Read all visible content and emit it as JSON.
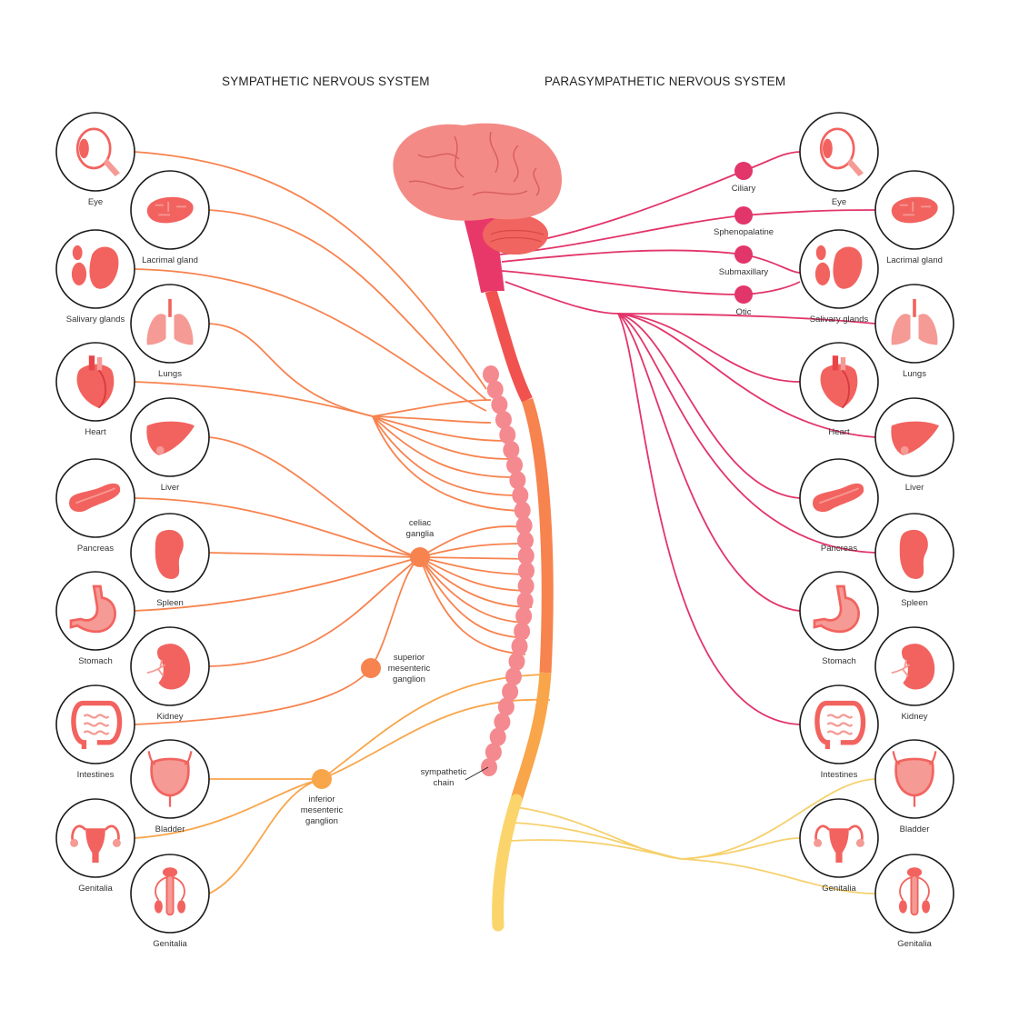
{
  "titles": {
    "sympathetic": "SYMPATHETIC NERVOUS SYSTEM",
    "parasympathetic": "PARASYMPATHETIC NERVOUS SYSTEM"
  },
  "colors": {
    "sympathetic_line": "#f7834f",
    "lower_sympathetic_line": "#f9a54a",
    "parasympathetic_line": "#e2356a",
    "sacral_line": "#f6d06c",
    "chain": "#f48a8f",
    "organ": "#f2635f",
    "organ_light": "#f59a94"
  },
  "sympathetic_organs": [
    {
      "name": "Eye",
      "icon": "eye"
    },
    {
      "name": "Lacrimal gland",
      "icon": "lacrimal"
    },
    {
      "name": "Salivary glands",
      "icon": "salivary"
    },
    {
      "name": "Lungs",
      "icon": "lungs"
    },
    {
      "name": "Heart",
      "icon": "heart"
    },
    {
      "name": "Liver",
      "icon": "liver"
    },
    {
      "name": "Pancreas",
      "icon": "pancreas"
    },
    {
      "name": "Spleen",
      "icon": "spleen"
    },
    {
      "name": "Stomach",
      "icon": "stomach"
    },
    {
      "name": "Kidney",
      "icon": "kidney"
    },
    {
      "name": "Intestines",
      "icon": "intestines"
    },
    {
      "name": "Bladder",
      "icon": "bladder"
    },
    {
      "name": "Genitalia",
      "icon": "uterus"
    },
    {
      "name": "Genitalia",
      "icon": "male"
    }
  ],
  "parasympathetic_organs": [
    {
      "name": "Eye",
      "icon": "eye"
    },
    {
      "name": "Lacrimal gland",
      "icon": "lacrimal"
    },
    {
      "name": "Salivary glands",
      "icon": "salivary"
    },
    {
      "name": "Lungs",
      "icon": "lungs"
    },
    {
      "name": "Heart",
      "icon": "heart"
    },
    {
      "name": "Liver",
      "icon": "liver"
    },
    {
      "name": "Pancreas",
      "icon": "pancreas"
    },
    {
      "name": "Spleen",
      "icon": "spleen"
    },
    {
      "name": "Stomach",
      "icon": "stomach"
    },
    {
      "name": "Kidney",
      "icon": "kidney"
    },
    {
      "name": "Intestines",
      "icon": "intestines"
    },
    {
      "name": "Bladder",
      "icon": "bladder"
    },
    {
      "name": "Genitalia",
      "icon": "uterus"
    },
    {
      "name": "Genitalia",
      "icon": "male"
    }
  ],
  "ganglia": {
    "celiac": [
      "celiac",
      "ganglia"
    ],
    "superior": [
      "superior",
      "mesenteric",
      "ganglion"
    ],
    "inferior": [
      "inferior",
      "mesenteric",
      "ganglion"
    ],
    "chain": [
      "sympathetic",
      "chain"
    ],
    "ciliary": "Ciliary",
    "sphenopalatine": "Sphenopalatine",
    "submaxillary": "Submaxillary",
    "otic": "Otic"
  }
}
